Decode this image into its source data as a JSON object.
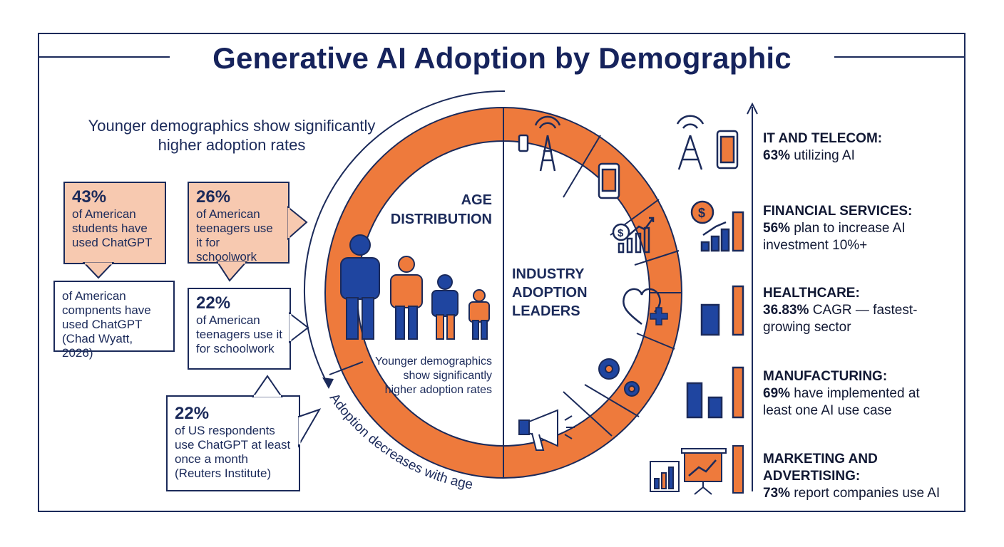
{
  "title": "Generative AI Adoption by Demographic",
  "subtitle": "Younger demographics show significantly higher adoption rates",
  "callouts": [
    {
      "stat": "43%",
      "text": "of American students have used ChatGPT"
    },
    {
      "stat": "26%",
      "text": "of American teenagers use it for schoolwork"
    },
    {
      "stat": "",
      "text": "of American compnents have used  ChatGPT (Chad Wyatt, 2026)"
    },
    {
      "stat": "22%",
      "text": "of American teenagers use it for schoolwork"
    },
    {
      "stat": "22%",
      "text": "of US respondents use ChatGPT at least once a month (Reuters Institute)"
    }
  ],
  "wheel": {
    "left_title": "AGE DISTRIBUTION",
    "left_note": "Younger demographics show significantly higher adoption rates",
    "right_title": "INDUSTRY ADOPTION LEADERS",
    "arc_label": "Adoption decreases with age",
    "segment_icons": [
      "phone-tower-icon",
      "tablet-icon",
      "finance-chart-icon",
      "heart-health-icon",
      "gears-icon",
      "megaphone-icon"
    ]
  },
  "industries": [
    {
      "name": "IT AND TELECOM:",
      "stat": "63%",
      "detail": " utilizing AI",
      "icon": "telecom-icon"
    },
    {
      "name": "FINANCIAL SERVICES:",
      "stat": "56%",
      "detail": " plan to increase AI investment 10%+",
      "icon": "finance-icon"
    },
    {
      "name": "HEALTHCARE:",
      "stat": "36.83%",
      "detail": " CAGR — fastest-growing sector",
      "icon": "healthcare-bars-icon"
    },
    {
      "name": "MANUFACTURING:",
      "stat": "69%",
      "detail": " have implemented at least one AI use case",
      "icon": "manufacturing-bars-icon"
    },
    {
      "name": "MARKETING AND ADVERTISING:",
      "stat": "73%",
      "detail": " report companies use AI",
      "icon": "presentation-icon"
    }
  ],
  "colors": {
    "navy": "#1b2a5a",
    "blue": "#1f45a0",
    "orange": "#ee7a3c",
    "peach": "#f7c9b0"
  }
}
